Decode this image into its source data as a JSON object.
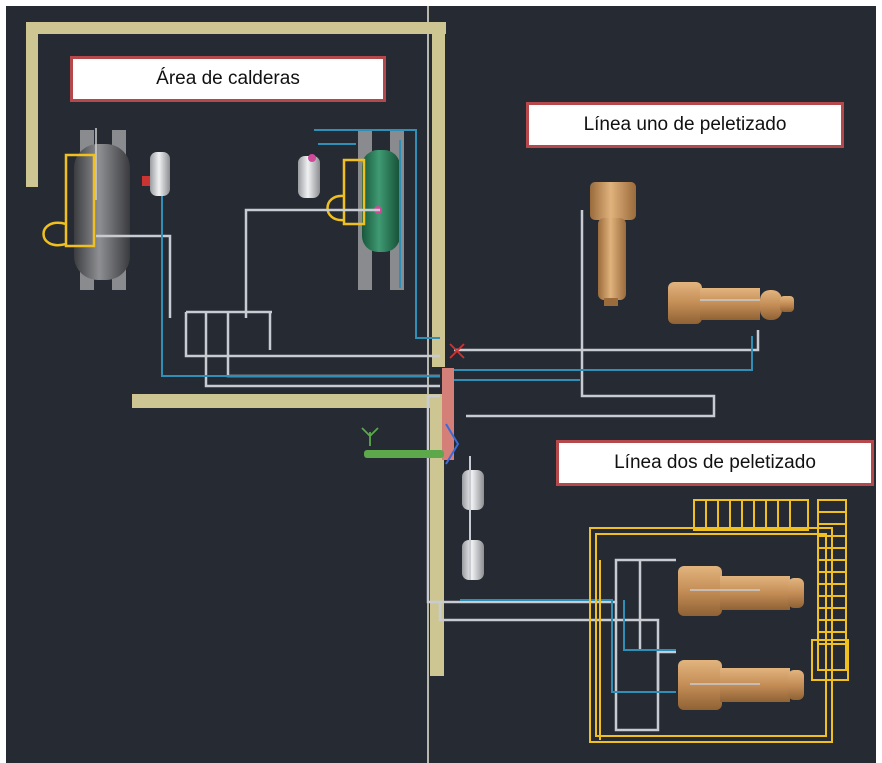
{
  "labels": {
    "boiler_area": "Área de calderas",
    "line_one": "Línea uno de peletizado",
    "line_two": "Línea dos de peletizado"
  },
  "colors": {
    "background": "#252a33",
    "wall": "#cdc692",
    "pipe_steam": "#c8ccd2",
    "pipe_water": "#2f8fb6",
    "pipe_header": "#d48078",
    "boiler_gray": "#6d6e70",
    "boiler_green": "#2b7a5a",
    "pellet_machine": "#c9955e",
    "structure_yellow": "#f0c020",
    "label_border": "#b5484a"
  }
}
